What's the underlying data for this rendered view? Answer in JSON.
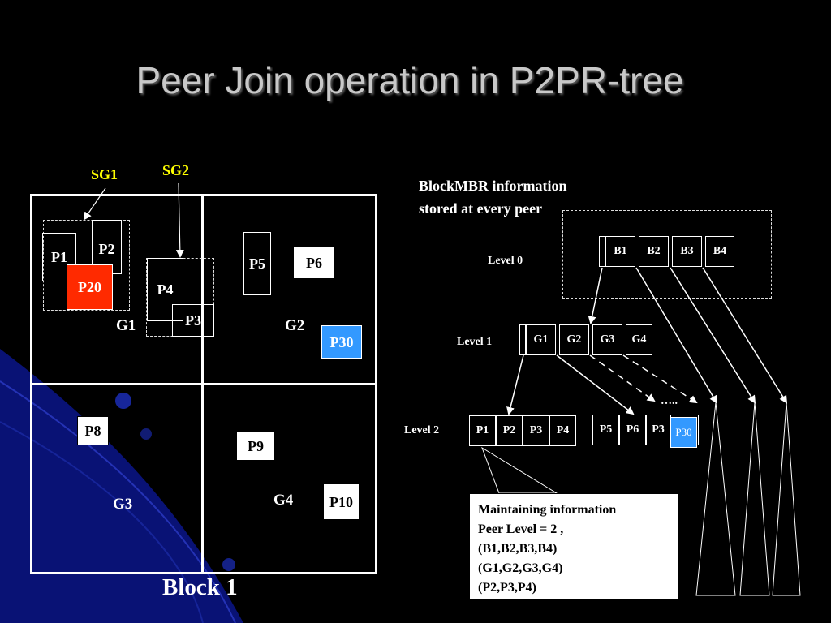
{
  "title": "Peer Join operation in P2PR-tree",
  "left_diagram": {
    "subgroup_labels": [
      "SG1",
      "SG2"
    ],
    "group_labels": [
      "G1",
      "G2",
      "G3",
      "G4"
    ],
    "peers": {
      "p1": "P1",
      "p2": "P2",
      "p20": "P20",
      "p4": "P4",
      "p3": "P3",
      "p5": "P5",
      "p6": "P6",
      "p30": "P30",
      "p8": "P8",
      "p9": "P9",
      "p10": "P10"
    },
    "block_label": "Block 1",
    "colors": {
      "new_peer_red": "#ff2a00",
      "new_peer_blue": "#3399ff",
      "subgroup_label": "#ffff00"
    }
  },
  "right_diagram": {
    "blockmbr_caption_line1": "BlockMBR information",
    "blockmbr_caption_line2": "stored at every peer",
    "level_labels": [
      "Level 0",
      "Level 1",
      "Level 2"
    ],
    "level0_cells": [
      "B1",
      "B2",
      "B3",
      "B4"
    ],
    "level1_cells": [
      "G1",
      "G2",
      "G3",
      "G4"
    ],
    "level2_left_cells": [
      "P1",
      "P2",
      "P3",
      "P4"
    ],
    "level2_right_cells": [
      "P5",
      "P6",
      "P3",
      "P30"
    ],
    "ellipsis": "…..",
    "info_lines": [
      "Maintaining information",
      "Peer Level = 2 ,",
      "(B1,B2,B3,B4)",
      "(G1,G2,G3,G4)",
      "(P2,P3,P4)"
    ]
  }
}
